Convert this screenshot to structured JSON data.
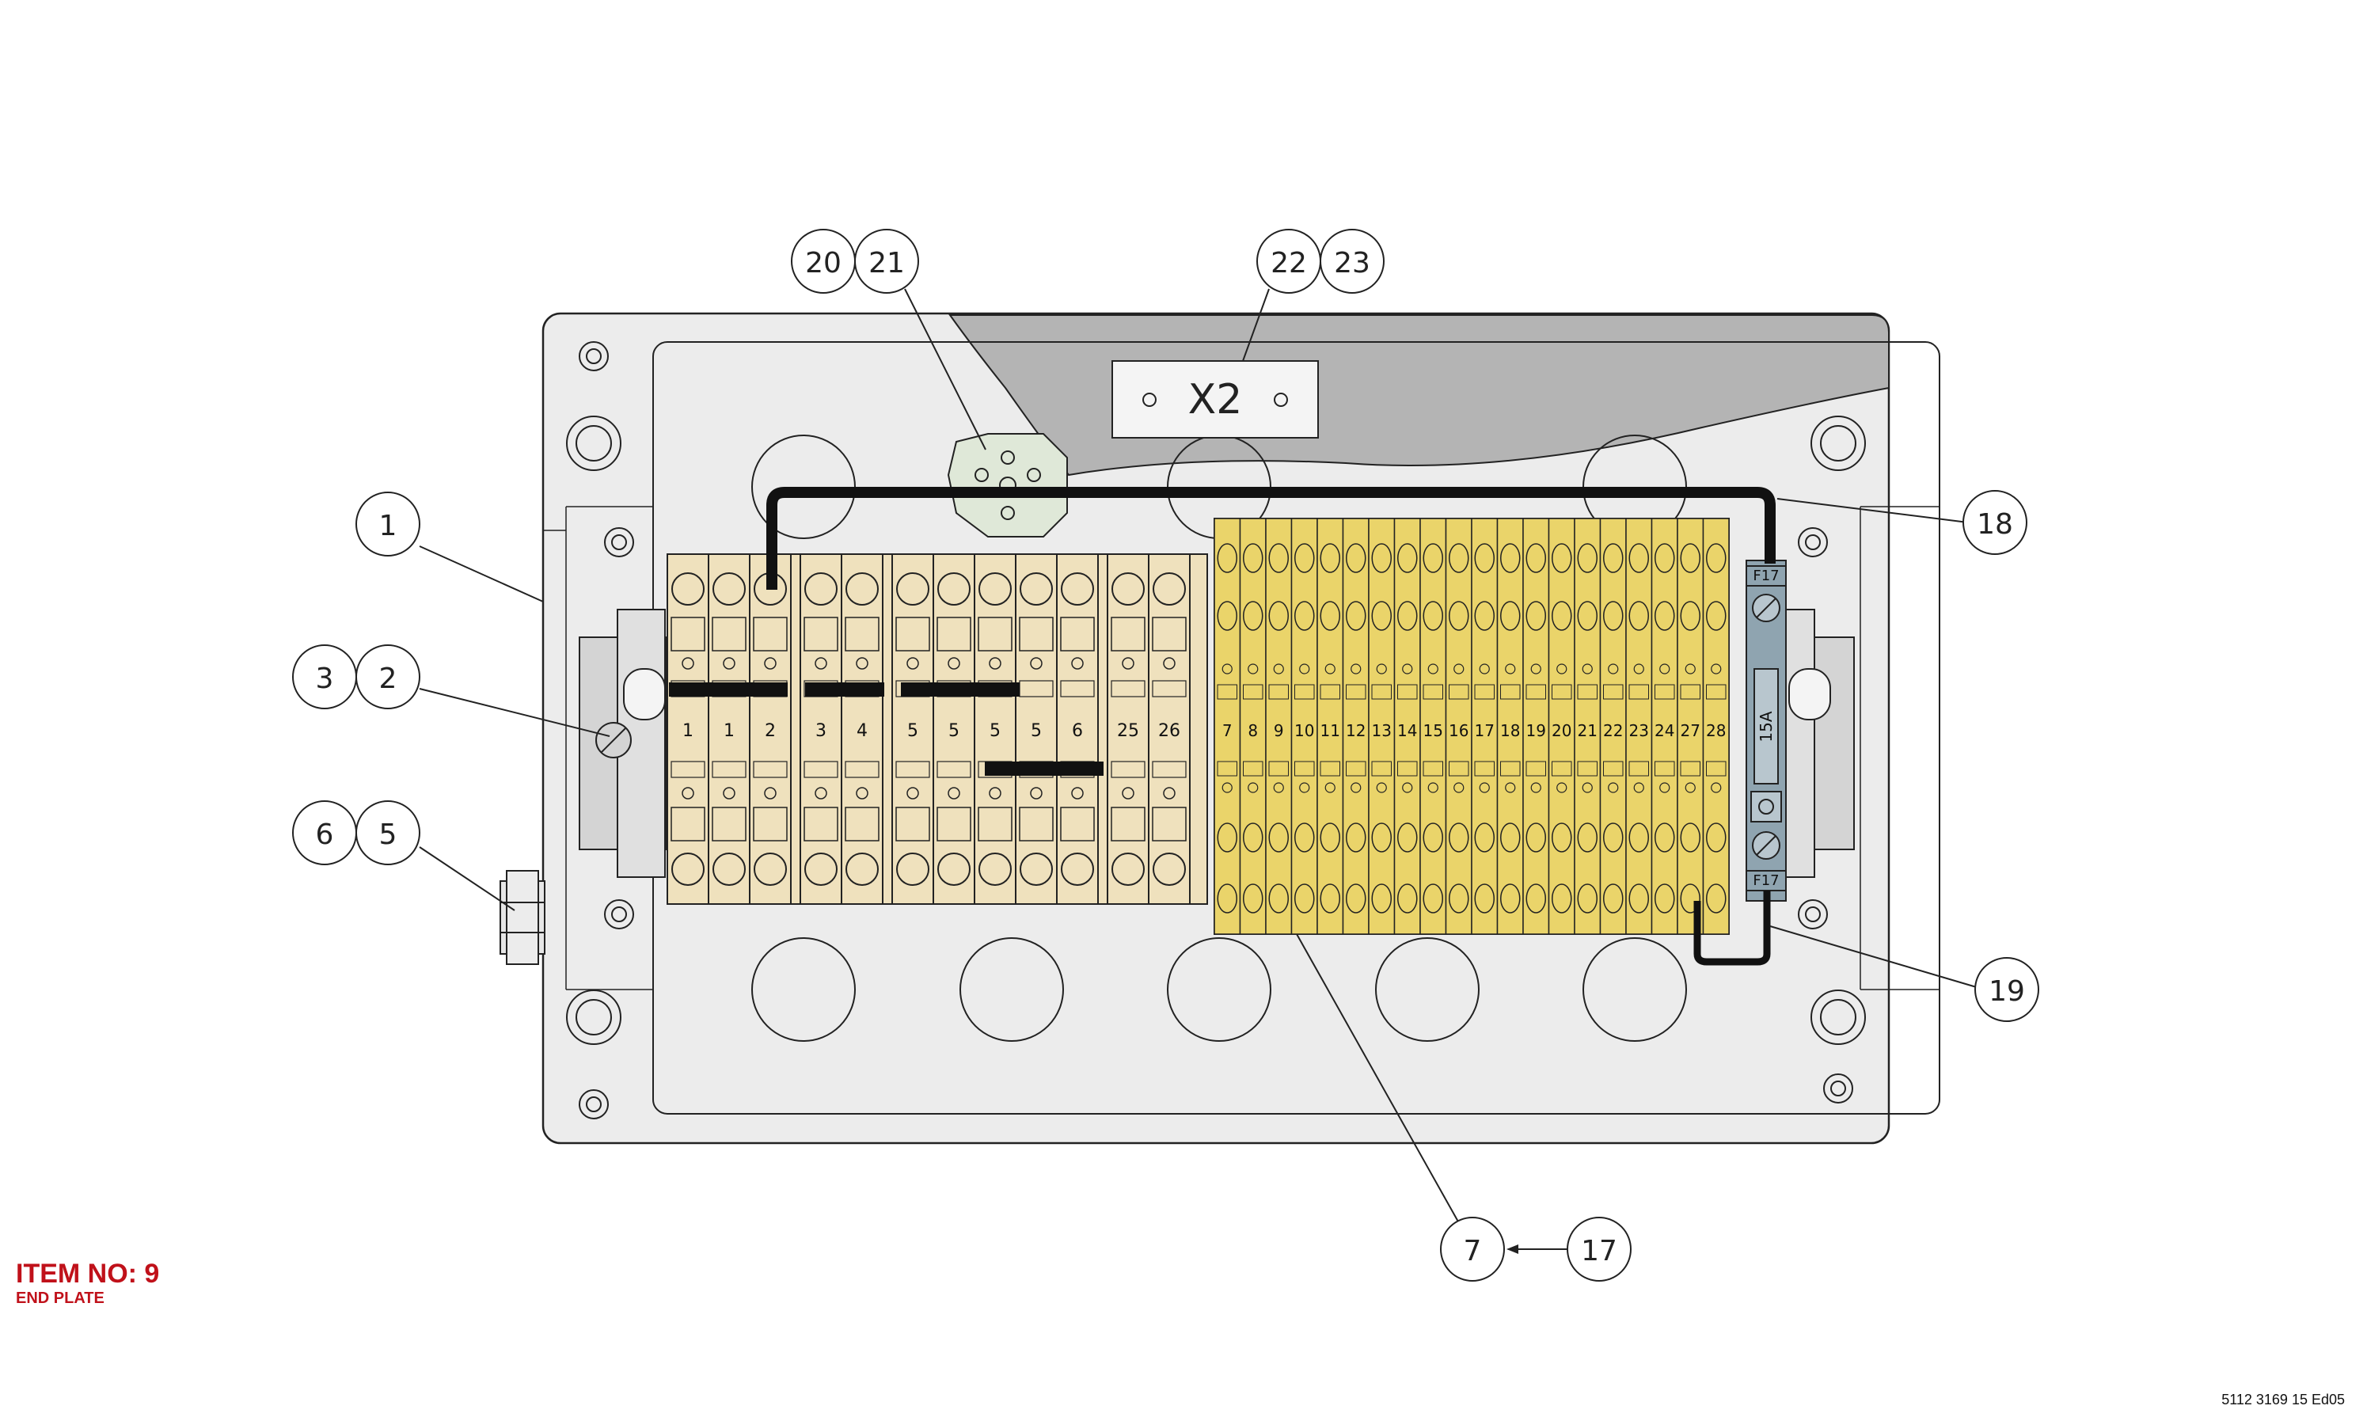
{
  "balloons": {
    "b1": "1",
    "b2": "2",
    "b3": "3",
    "b5": "5",
    "b6": "6",
    "b7": "7",
    "b17": "17",
    "b18": "18",
    "b19": "19",
    "b20": "20",
    "b21": "21",
    "b22": "22",
    "b23": "23"
  },
  "plate_label": "X2",
  "fuse": {
    "top_label": "F17",
    "bottom_label": "F17",
    "rating": "15A"
  },
  "left_terminals": [
    "1",
    "1",
    "2",
    "3",
    "4",
    "5",
    "5",
    "5",
    "5",
    "6",
    "25",
    "26"
  ],
  "right_terminals": [
    "7",
    "8",
    "9",
    "10",
    "11",
    "12",
    "13",
    "14",
    "15",
    "16",
    "17",
    "18",
    "19",
    "20",
    "21",
    "22",
    "23",
    "24",
    "27",
    "28"
  ],
  "item": {
    "line1": "ITEM NO: 9",
    "line2": "END PLATE"
  },
  "drawing_number": "5112 3169 15 Ed05",
  "colors": {
    "terminal_beige": "#efe1bd",
    "terminal_yellow": "#ead46a",
    "fuse_blue": "#8fa4b0",
    "cover_grey": "#b4b4b4",
    "enclosure": "#ececec",
    "item_red": "#c0111a"
  }
}
